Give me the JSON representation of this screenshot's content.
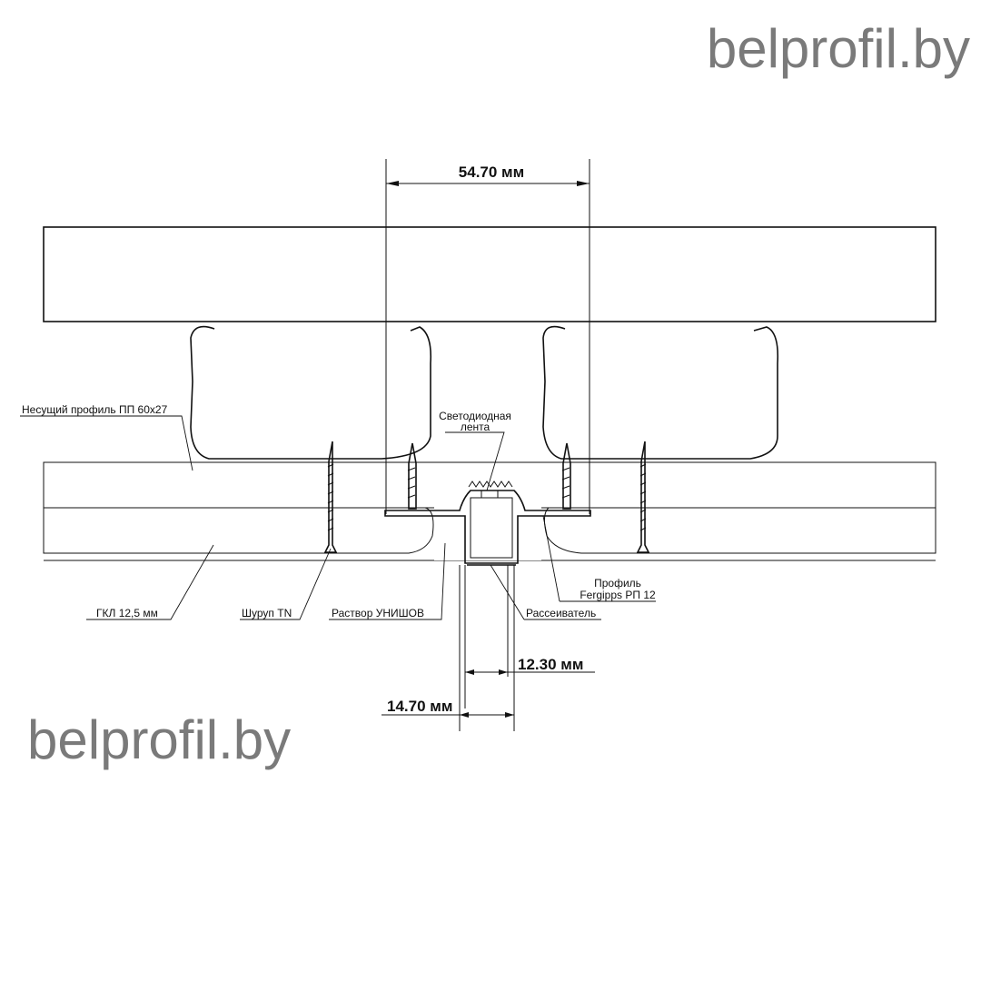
{
  "watermarks": {
    "top_right": "belprofil.by",
    "bottom_left": "belprofil.by"
  },
  "dimensions": {
    "top_width": "54.70 мм",
    "inner_width": "12.30 мм",
    "outer_width": "14.70 мм"
  },
  "labels": {
    "carrier_profile": "Несущий профиль ПП 60x27",
    "led_strip_line1": "Светодиодная",
    "led_strip_line2": "лента",
    "gkl": "ГКЛ 12,5 мм",
    "screw": "Шуруп TN",
    "mortar": "Раствор УНИШОВ",
    "diffuser": "Рассеиватель",
    "profile_line1": "Профиль",
    "profile_line2": "Fergipps РП 12"
  },
  "colors": {
    "line": "#111111",
    "watermark": "#7a7a7a",
    "board_fill": "#ececec"
  }
}
